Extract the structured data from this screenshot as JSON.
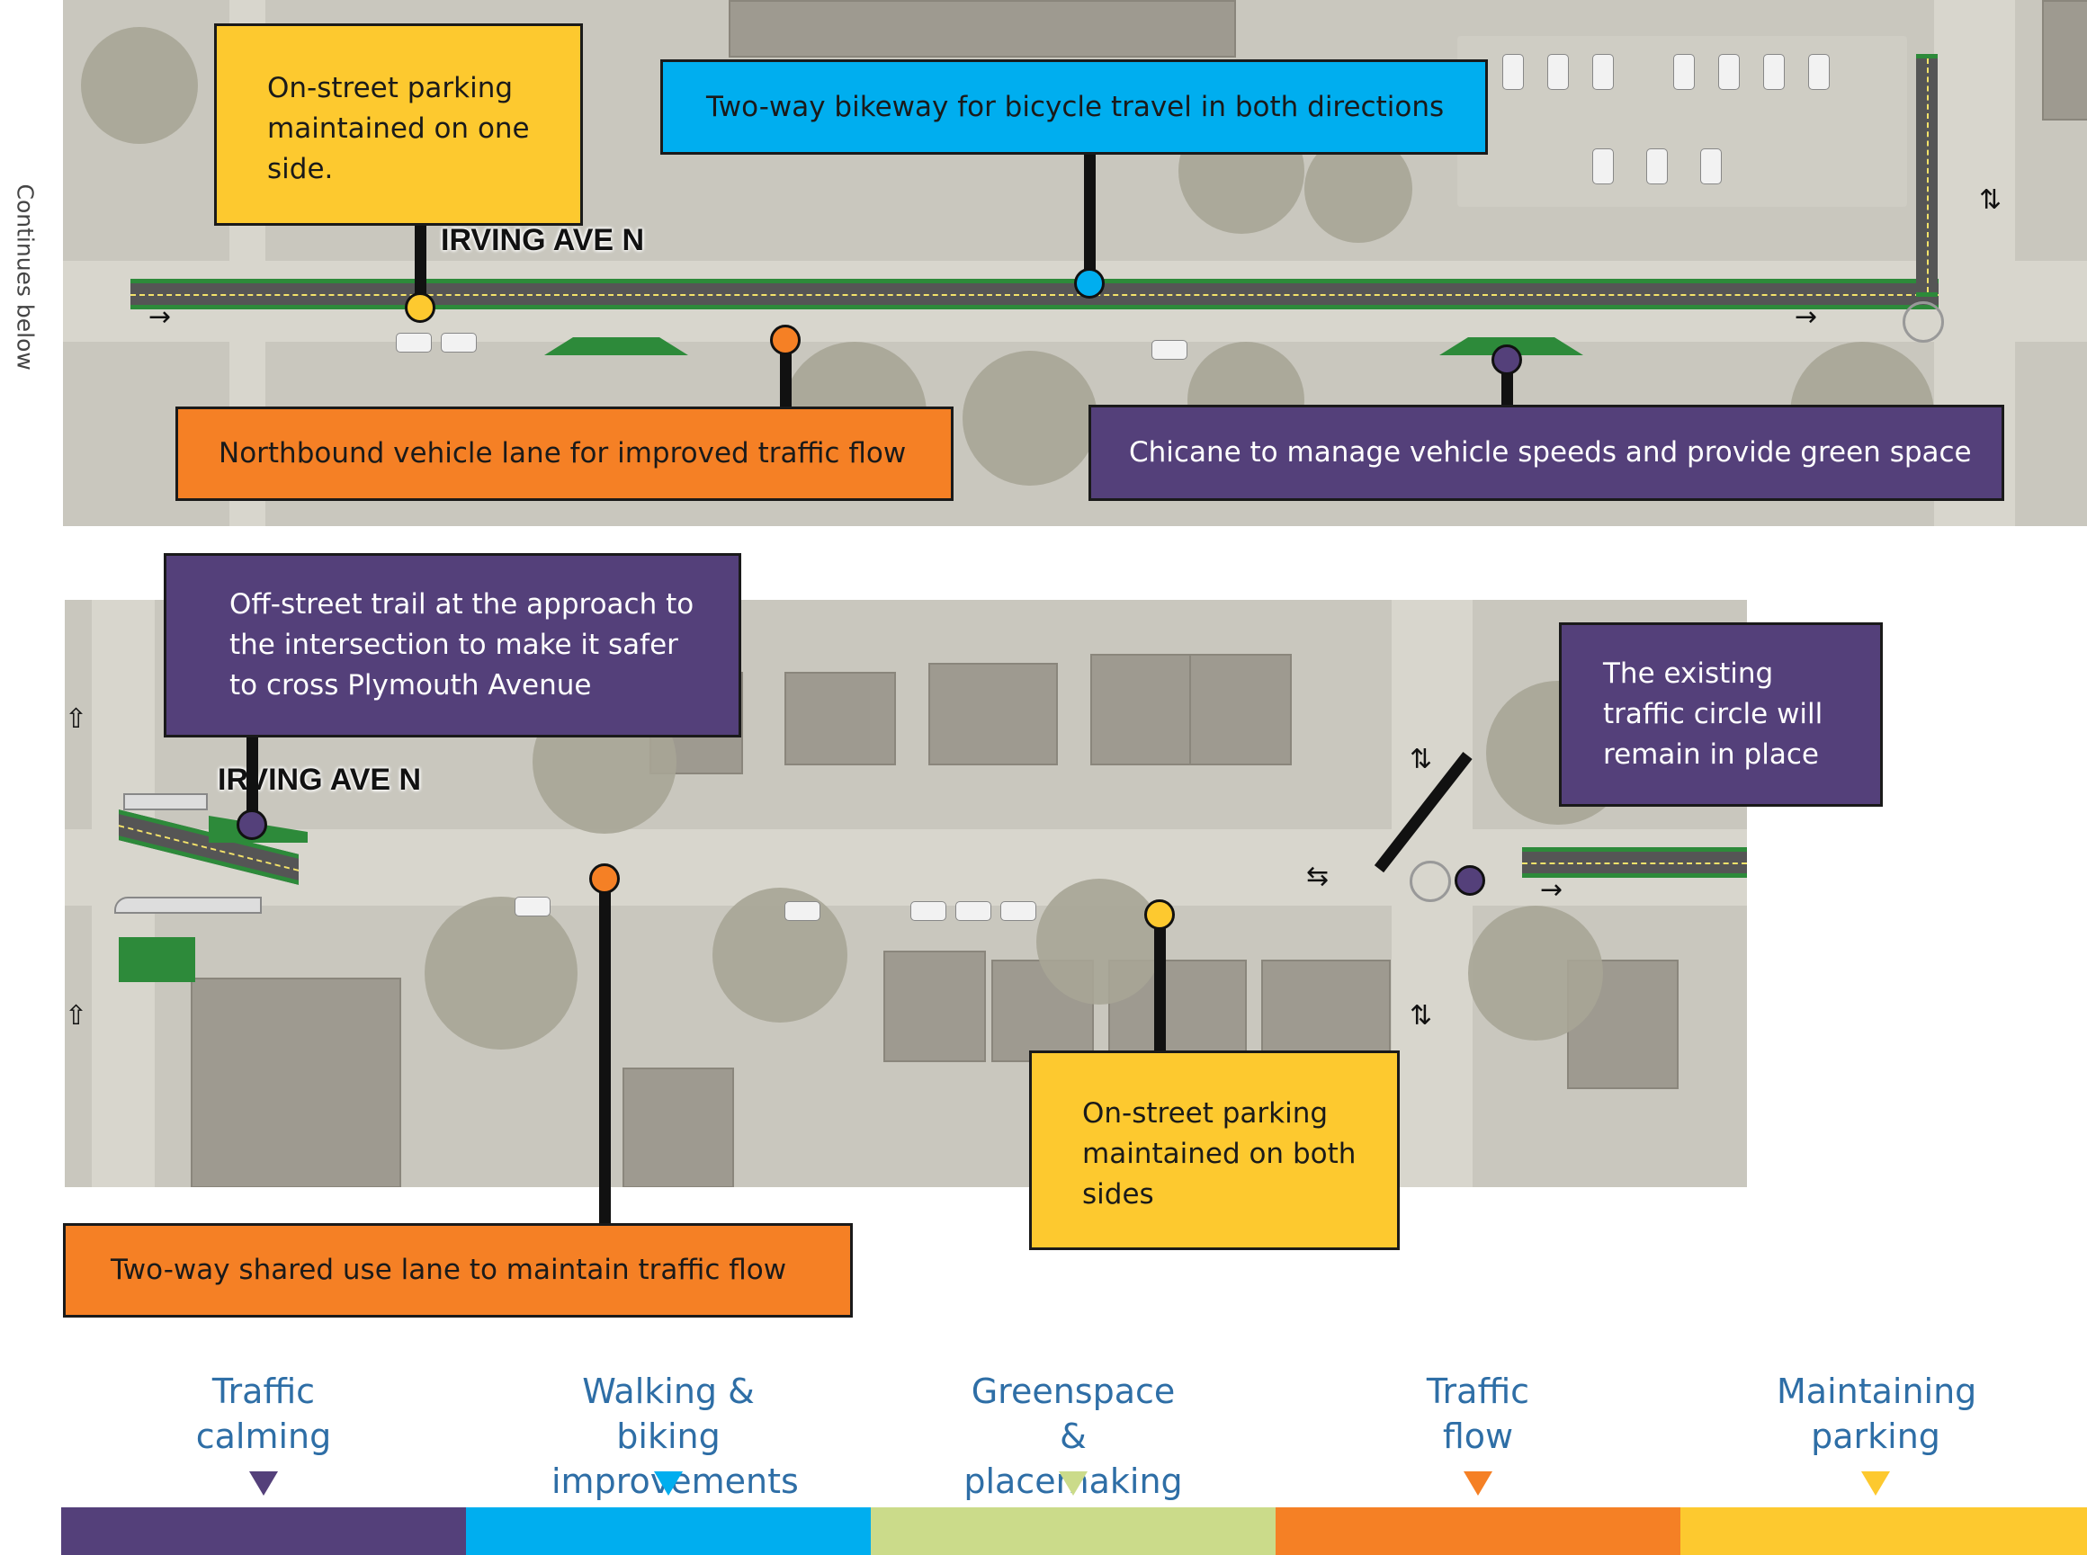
{
  "side_note": "Continues below",
  "street_labels": {
    "top": "IRVING AVE N",
    "bottom": "IRVING AVE N"
  },
  "callouts": {
    "parking_one_side": "On-street parking maintained on one side.",
    "two_way_bikeway": "Two-way bikeway for bicycle travel in both directions",
    "northbound_lane": "Northbound vehicle lane for improved traffic flow",
    "chicane": "Chicane to manage vehicle speeds and provide green space",
    "off_street_trail": "Off-street trail at the approach to the intersection to make it safer to cross Plymouth Avenue",
    "traffic_circle": "The existing traffic circle will remain in place",
    "shared_use_lane": "Two-way shared use lane to maintain traffic flow",
    "parking_both_sides": "On-street parking maintained on both sides"
  },
  "legend": [
    {
      "label": "Traffic calming",
      "color": "#54407a"
    },
    {
      "label": "Walking & biking improvements",
      "color": "#00aeef"
    },
    {
      "label": "Greenspace & placemaking",
      "color": "#cbdb8a"
    },
    {
      "label": "Traffic flow",
      "color": "#f58025"
    },
    {
      "label": "Maintaining parking",
      "color": "#fdc92f"
    }
  ],
  "colors": {
    "traffic_calming": "#54407a",
    "walking_biking": "#00aeef",
    "greenspace": "#cbdb8a",
    "traffic_flow": "#f58025",
    "parking": "#fdc92f"
  }
}
